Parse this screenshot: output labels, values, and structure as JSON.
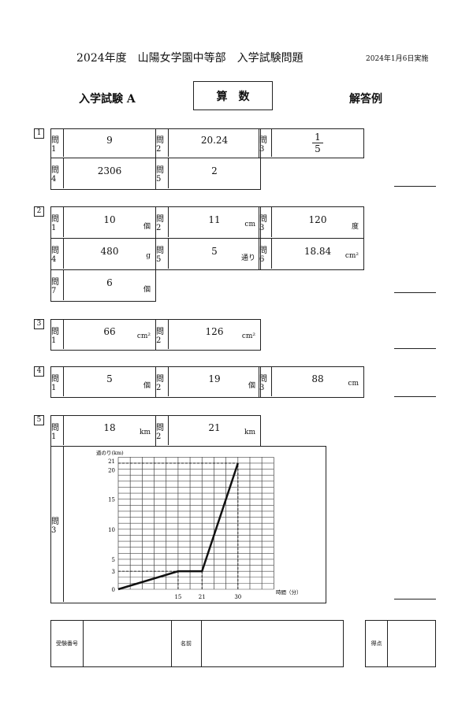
{
  "header": {
    "title": "2024年度　山陽女学園中等部　入学試験問題",
    "date": "2024年1月6日実施",
    "exam": "入学試験 A",
    "subject": "算　数",
    "answer_key": "解答例"
  },
  "sections": [
    {
      "num": "1",
      "items": [
        {
          "q": "問1",
          "a": "9",
          "u": ""
        },
        {
          "q": "問2",
          "a": "20.24",
          "u": ""
        },
        {
          "q": "問3",
          "a_num": "1",
          "a_den": "5",
          "u": ""
        },
        {
          "q": "問4",
          "a": "2306",
          "u": ""
        },
        {
          "q": "問5",
          "a": "2",
          "u": ""
        }
      ]
    },
    {
      "num": "2",
      "items": [
        {
          "q": "問1",
          "a": "10",
          "u": "個"
        },
        {
          "q": "問2",
          "a": "11",
          "u": "cm"
        },
        {
          "q": "問3",
          "a": "120",
          "u": "度"
        },
        {
          "q": "問4",
          "a": "480",
          "u": "g"
        },
        {
          "q": "問5",
          "a": "5",
          "u": "通り"
        },
        {
          "q": "問6",
          "a": "18.84",
          "u": "cm²"
        },
        {
          "q": "問7",
          "a": "6",
          "u": "個"
        }
      ]
    },
    {
      "num": "3",
      "items": [
        {
          "q": "問1",
          "a": "66",
          "u": "cm²"
        },
        {
          "q": "問2",
          "a": "126",
          "u": "cm²"
        }
      ]
    },
    {
      "num": "4",
      "items": [
        {
          "q": "問1",
          "a": "5",
          "u": "個"
        },
        {
          "q": "問2",
          "a": "19",
          "u": "個"
        },
        {
          "q": "問3",
          "a": "88",
          "u": "cm"
        }
      ]
    },
    {
      "num": "5",
      "items": [
        {
          "q": "問1",
          "a": "18",
          "u": "km"
        },
        {
          "q": "問2",
          "a": "21",
          "u": "km"
        },
        {
          "q": "問3"
        }
      ]
    }
  ],
  "chart_data": {
    "type": "line",
    "ylabel": "道のり(km)",
    "xlabel": "時間（分）",
    "xlim": [
      0,
      39
    ],
    "ylim": [
      0,
      22
    ],
    "x": [
      0,
      15,
      21,
      30
    ],
    "y": [
      0,
      3,
      3,
      21
    ],
    "xticks": [
      "15",
      "21",
      "30"
    ],
    "yticks": [
      "0",
      "3",
      "5",
      "10",
      "15",
      "20",
      "21"
    ],
    "grid": true
  },
  "footer": {
    "exam_no": "受験番号",
    "name": "名前",
    "score": "得点"
  }
}
